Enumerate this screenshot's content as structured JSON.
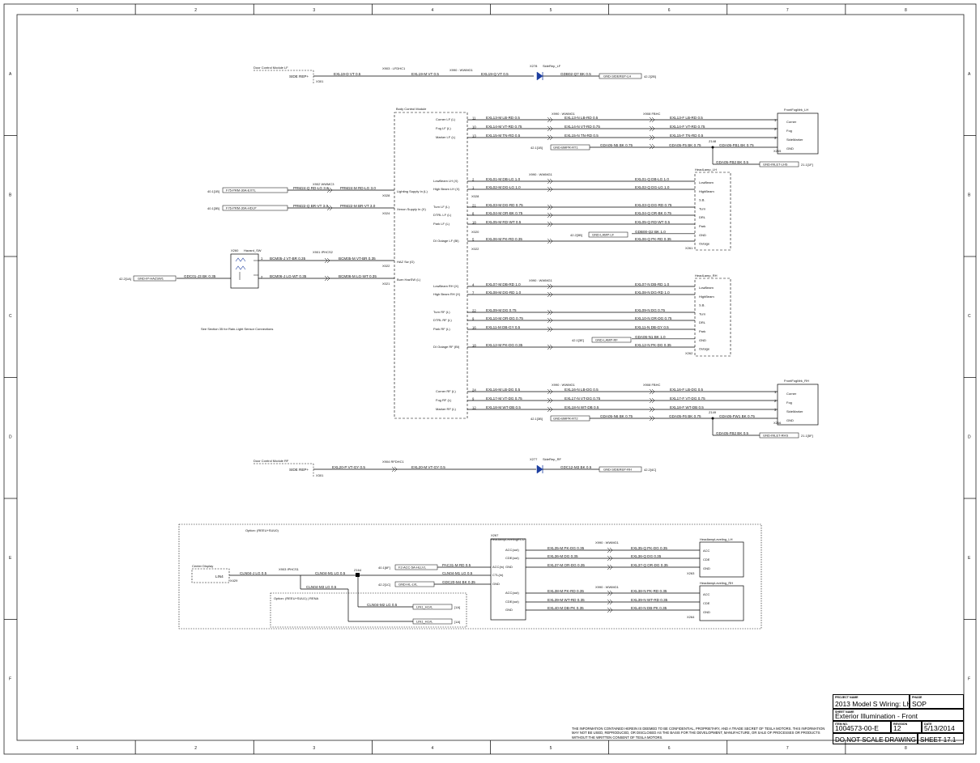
{
  "grid": {
    "columns": [
      "1",
      "2",
      "3",
      "4",
      "5",
      "6",
      "7",
      "8"
    ],
    "rows": [
      "A",
      "B",
      "C",
      "D",
      "E",
      "F"
    ]
  },
  "title_block": {
    "project_label": "PROJECT NAME",
    "project": "2013 Model S Wiring: LHD",
    "phase_label": "PHASE",
    "phase": "SOP",
    "sheet_name_label": "SHEET NAME",
    "sheet_name": "Exterior Illumination - Front",
    "item_label": "ITEM NO.",
    "item": "1004573-00-E",
    "revision_label": "REVISION",
    "revision": "12",
    "date_label": "DATE",
    "date": "5/13/2014",
    "scale_note": "DO NOT SCALE DRAWING",
    "sheet": "SHEET 17.1"
  },
  "disclaimer": "THE INFORMATION CONTAINED HEREIN IS DEEMED TO BE CONFIDENTIAL, PROPRIETARY, AND A TRADE SECRET OF TESLA MOTORS. THIS INFORMATION MAY NOT BE USED, REPRODUCED, OR DISCLOSED AS THE BASIS FOR THE DEVELOPMENT, MANUFACTURE, OR SALE OF PROCESSES OR PRODUCTS WITHOUT THE WRITTEN CONSENT OF TESLA MOTORS.",
  "modules": {
    "dcm_lf": {
      "name": "Door Control Module LF",
      "pin": "SIDE REP+",
      "conn": "X301"
    },
    "dcm_rf": {
      "name": "Door Control Module RF",
      "pin": "SIDE REP+",
      "conn": "X301"
    },
    "bcm": {
      "name": "Body Control Module"
    },
    "hazard_sw": {
      "name": "Hazard_SW",
      "conn": "X260"
    },
    "fog_lh": {
      "name": "FrontFogMrk_LH",
      "conn": "X265"
    },
    "fog_rh": {
      "name": "FrontFogMrk_RH",
      "conn": "X266"
    },
    "headlamp_lh": {
      "name": "HeadLamp_LH",
      "conn": "X261"
    },
    "headlamp_rh": {
      "name": "HeadLamp_RH",
      "conn": "X262"
    },
    "siderep_lf": {
      "name": "SideRep_LF",
      "conn": "X278"
    },
    "siderep_rf": {
      "name": "SideRep_RF",
      "conn": "X277"
    },
    "hlcu": {
      "name": "HeadlampLevelingECU",
      "conn": "X267"
    },
    "hl_lh": {
      "name": "HeadlampLeveling_LH",
      "conn": "X263"
    },
    "hl_rh": {
      "name": "HeadlampLeveling_RH",
      "conn": "X264"
    },
    "center_display": {
      "name": "Center Display",
      "pin": "LIN4",
      "conn": "X429"
    }
  },
  "notes": {
    "rain_light": "See Section 35 for Rain-Light Sensor Connections",
    "option_ece": "Option: (REEU+SUU0)",
    "option_rena": "Option: (REEU+SUU1) | RENA"
  },
  "bcm_pins": [
    {
      "label": "Corner LF (L)",
      "pin": "11"
    },
    {
      "label": "Fog LF (L)",
      "pin": "10"
    },
    {
      "label": "Marker LF (L)",
      "pin": "13"
    },
    {
      "label": "Lighting Supply In (L)",
      "pin": "1"
    },
    {
      "label": "Xenon Supply In (X)",
      "pin": "3"
    },
    {
      "label": "HAZ Sw (G)",
      "pin": "2"
    },
    {
      "label": "Burn HazSW (L)",
      "pin": "3"
    },
    {
      "label": "Corner RF (L)",
      "pin": "24"
    },
    {
      "label": "Fog RF (L)",
      "pin": "9"
    },
    {
      "label": "Marker RF (L)",
      "pin": "12"
    }
  ],
  "lh_pins": [
    {
      "label": "LowBeam LH (X)",
      "pin": "2"
    },
    {
      "label": "High Beam LH (X)",
      "pin": "1"
    },
    {
      "label": "Turn LF (L)",
      "pin": "21"
    },
    {
      "label": "DTRL LF (L)",
      "pin": "8"
    },
    {
      "label": "Park LF (L)",
      "pin": "18"
    },
    {
      "label": "DI Outage LF (BI)",
      "pin": "5"
    }
  ],
  "rh_pins": [
    {
      "label": "LowBeam RH (X)",
      "pin": "4"
    },
    {
      "label": "High Beam RH (X)",
      "pin": "7"
    },
    {
      "label": "Turn RF (L)",
      "pin": "22"
    },
    {
      "label": "DTRL RF (L)",
      "pin": "9"
    },
    {
      "label": "Park RF (L)",
      "pin": "16"
    },
    {
      "label": "DI Outage RF (BI)",
      "pin": "18"
    }
  ],
  "headlamp_pins": [
    "LowBeam",
    "HighBeam",
    "S.B.",
    "Turn",
    "DRL",
    "Park",
    "GND",
    "Outage"
  ],
  "fog_pins": [
    "Corner",
    "Fog",
    "SideMarker",
    "GND"
  ],
  "hlcu_pins": [
    "ACC(out)",
    "CDE(out)",
    "GND",
    "ACC(in)",
    "CTL(in)",
    "GND",
    "ACC(out)",
    "CDE(out)",
    "GND"
  ],
  "hl_pins": [
    "ACC",
    "CDE",
    "GND"
  ],
  "wires": {
    "siderep_lf": [
      "EXL19-D VT 0.5",
      "EXL19-M VT 0.5",
      "EXL19-Q VT 0.5",
      "GDB02-Q7 BK 0.5"
    ],
    "siderep_rf": [
      "EXL20-P VT-GY 0.5",
      "EXL20-M VT-GY 0.5",
      "GDC12-M3 BK 0.5"
    ],
    "fog_lf_bcm": [
      "EXL13-M LB-RD 0.5",
      "EXL14-M VT-RD 0.75",
      "EXL15-M TN-RD 0.5"
    ],
    "fog_lf_mid": [
      "EXL13-N LB-RD 0.5",
      "EXL14-N VT-RD 0.75",
      "EXL15-N TN-RD 0.5"
    ],
    "fog_lf_end": [
      "EXL13-F LB-RD 0.5",
      "EXL14-F VT-RD 0.75",
      "EXL15-F TN-RD 0.5",
      "GDA05-F5 BK 0.75",
      "GDA05-FB1 BK 0.75",
      "GDA05-N5 BK 0.75",
      "GDA05-FB2 BK 0.5"
    ],
    "fog_rf_bcm": [
      "EXL16-M LB-DG 0.5",
      "EXL17-M VT-DG 0.75",
      "EXL18-M WT-DB 0.5"
    ],
    "fog_rf_mid": [
      "EXL16-N LB-DG 0.5",
      "EXL17-N VT-DG 0.75",
      "EXL18-N WT-DB 0.5"
    ],
    "fog_rf_end": [
      "EXL16-F LB-DG 0.5",
      "EXL17-F VT-DG 0.75",
      "EXL18-F WT-DB 0.5",
      "GDA05-F6 BK 0.75",
      "GDA05-FW1 BK 0.75",
      "GDA05-N6 BK 0.75",
      "GDA05-FB2 BK 0.5"
    ],
    "supply": [
      "PRM24-Q RD-LG 3.0",
      "PRM24-M RD-LG 3.0",
      "PRM22-Q BR-VT 3.0",
      "PRM22-M BR-VT 3.0"
    ],
    "hazard": [
      "BCM05-J VT-BR 0.35",
      "BCM05-M VT-BR 0.35",
      "BCM06-J LG-WT 0.35",
      "BCM06-M LG-WT 0.35",
      "GDC01-J3 BK 0.35"
    ],
    "lh_left": [
      "EXL01-M DB-LG 1.0",
      "EXL02-M DG-LG 1.0",
      "EXL03-M DG-RD 0.75",
      "EXL04-M OR-BK 0.75",
      "EXL05-M RD-WT 0.5",
      "EXL06-M PK-RD 0.35"
    ],
    "lh_right": [
      "EXL01-Q DB-LG 1.0",
      "EXL02-Q DG-LG 1.0",
      "EXL03-Q DG-RD 0.75",
      "EXL04-Q OR-BK 0.75",
      "EXL05-Q RD-WT 0.5",
      "GDB00-Q2 BK 1.0",
      "EXL06-Q PK-RD 0.35"
    ],
    "rh_left": [
      "EXL07-M DB-RD 1.0",
      "EXL08-M DG-RD 1.0",
      "EXL09-M DG 0.75",
      "EXL10-M OR-DG 0.75",
      "EXL11-M DB-GY 0.5",
      "EXL12-M PK-DG 0.35"
    ],
    "rh_right": [
      "EXL07-N DB-RD 1.0",
      "EXL08-N DG-RD 1.0",
      "EXL09-N DG 0.75",
      "EXL10-N OR-DG 0.75",
      "EXL11-N DB-GY 0.5",
      "GDA06-N1 BK 1.0",
      "EXL12-N PK-DG 0.35"
    ],
    "hl_left": [
      "EXL35-M PK-DG 0.35",
      "EXL36-M DG 0.35",
      "EXL37-M OR-DG 0.35",
      "EXL38-M PK-RD 0.35",
      "EXL39-M WT-RD 0.35",
      "EXL40-M DB-PK 0.35"
    ],
    "hl_right": [
      "EXL35-Q PK-DG 0.35",
      "EXL36-Q DG 0.35",
      "EXL37-Q OR-DG 0.35",
      "EXL38-N PK-RD 0.35",
      "EXL39-N WT-RD 0.35",
      "EXL40-N DB-PK 0.35"
    ],
    "hlcu_in": [
      "PAC31-M RD 0.5",
      "CLN04-M1 LG 0.5",
      "GDC20-M4 BK 0.35"
    ],
    "lin": [
      "CLN04-J LG 0.5",
      "CLN04-M1 LG 0.5",
      "CLN04-M3 LG 0.5",
      "CLN04-M2 LG 0.5"
    ]
  },
  "connectors": {
    "x903": "X903 : LFDHC1",
    "x904": "X904 RFDHC1",
    "x990": "X990 : WWMG1",
    "x908": "X908 FBHC",
    "x902": "X902 WWMC3",
    "x901": "X901 IPHCS2",
    "x903ip": "X903 IPHCS1",
    "splices": [
      "Z148",
      "Z149",
      "Z164"
    ]
  },
  "bcm_conns": [
    "X020",
    "X022",
    "X027",
    "X028",
    "X024",
    "X021"
  ],
  "refs": {
    "gnd_siderep_lh": "GND-SIDEREP-LH",
    "gnd_siderep_rh": "GND-SIDEREP-RH",
    "gnd_bmpr_rt1": "GND-BMPR-RT1",
    "gnd_bmpr_rt2": "GND-BMPR-RT2",
    "gnd_inlet_lhs": "GND-INLET-LHS",
    "gnd_inlet_rhs": "GND-INLET-RHS",
    "f75": "F75-PRM-30A-EXTL",
    "f76": "F76-PRM-30A-HDLP",
    "gnd_lamp_lf": "GND-LAMP-LF",
    "gnd_lamp_rf": "GND-LAMP-RF",
    "gnd_ip_hazsw": "GND-IP-HAZSW1",
    "f2_acc": "F2-ACC-5A-HLLVL",
    "gnd_hl_lvl": "GND-HL-LVL",
    "lin1": "LIN1_HLVL",
    "lin2": "LIN1_HLVL",
    "sheet_refs": [
      "42.2[2B]",
      "42.2[4C]",
      "42.1[1B]",
      "42.1[3B]",
      "21.1[1F]",
      "21.1[5F]",
      "40.1[1B]",
      "40.1[3B]",
      "42.2[3B]",
      "42.1[3E]",
      "42.2[1A]",
      "40.1[6F]",
      "42.2[1C]",
      "[1A]"
    ]
  }
}
